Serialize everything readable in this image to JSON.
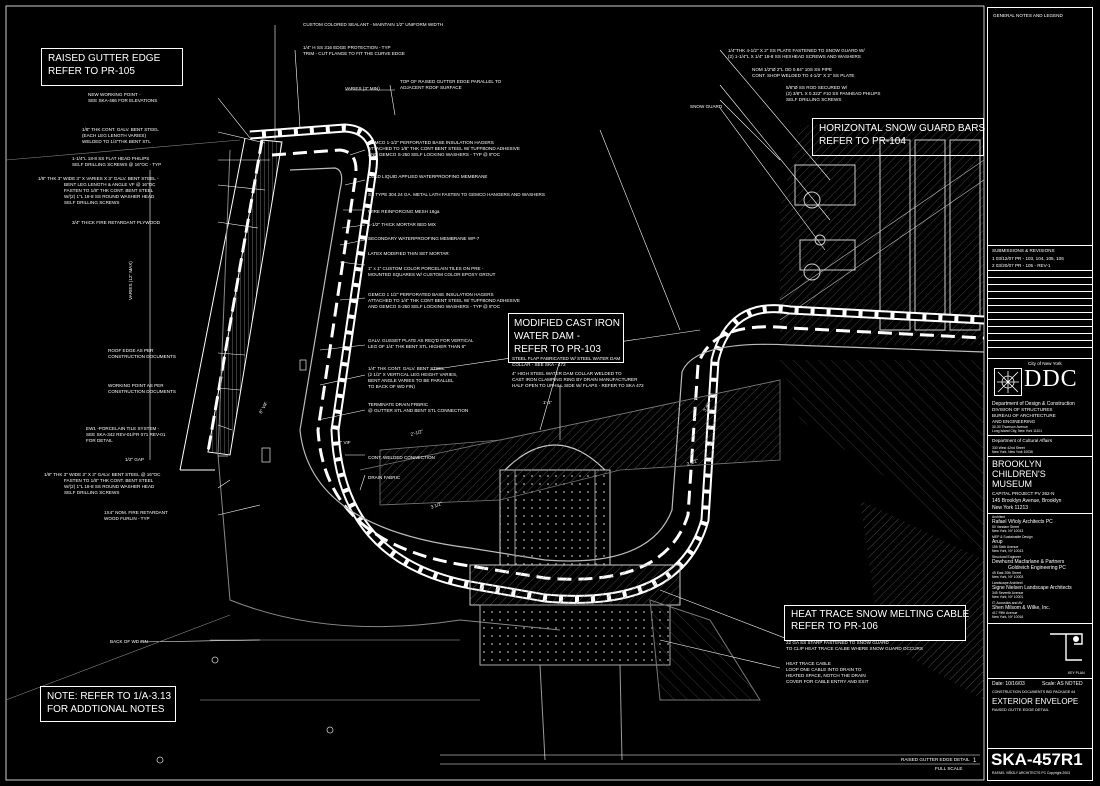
{
  "callouts": {
    "raised_gutter": {
      "line1": "RAISED GUTTER EDGE",
      "line2": "REFER TO PR-105"
    },
    "snow_guard": {
      "line1": "HORIZONTAL SNOW GUARD BARS",
      "line2": "REFER TO PR-104"
    },
    "water_dam": {
      "line1": "MODIFIED CAST IRON",
      "line2": "WATER DAM -",
      "line3": "REFER TO PR-103"
    },
    "heat_trace": {
      "line1": "HEAT TRACE SNOW MELTING CABLE",
      "line2": "REFER TO PR-106"
    },
    "note": {
      "line1": "NOTE: REFER TO 1/A-3.13",
      "line2": "FOR ADDTIONAL NOTES"
    }
  },
  "notes_top": [
    "CUSTOM COLORED SEALANT - MAINTAIN 1/2\" UNIFORM WIDTH",
    "1/4\" H SS 316 EDGE PROTECTION - TYP",
    "TRIM - CUT FLANGE TO FIT THE CURVE EDGE",
    "TOP OF RAISED GUTTER EDGE PARALLEL TO",
    "ADJACENT ROOF SURFACE",
    "VARIES (3\" MIN)"
  ],
  "notes_left": [
    "NEW WORKING POINT -",
    "SEE SKA-466 FOR ELEVATIONS",
    "1/8\" THK CONT. GALV. BENT STEEL",
    "(EACH LEG LENGTH VARIES)",
    "WELDED TO 1/4\"THK BENT STL",
    "1-1/4\"L 18-8 SS FLAT HEAD PHILIPS",
    "SELF DRILLING SCREWS @ 16\"OC - TYP",
    "1/8\" THK 3\" WIDE 3\" X VARIES X 3\" GALV. BENT STEEL -",
    "BENT LEG LENGTH & ANGLE VF @ 16\"OC",
    "FASTEN TO 1/8\" THK CONT. BENT STEEL",
    "W/(2) 1\"L 18-8 SS ROUND WASHER HEAD",
    "SELF DRILLING SCREWS",
    "3/4\" THICK FIRE RETARDANT PLYWOOD",
    "ROOF EDGE AS PER",
    "CONSTRUCTION DOCUMENTS",
    "WORKING POINT AS PER",
    "CONSTRUCTION DOCUMENTS",
    "EW1 -PORCELAIN TILE SYSTEM -",
    "SEE SKA-342 REV-01/FR 071 REV-01",
    "FOR DETAIL",
    "1/2\" GAP",
    "1/8\" THK 3\" WIDE 3\" X 3\" GALV. BENT STEEL @ 16\"OC",
    "FASTEN TO 1/8\" THK CONT. BENT STEEL",
    "W/(2) 1\"L 18-8 SS ROUND WASHER HEAD",
    "SELF DRILLING SCREWS",
    "1X4\" NOM. FIRE RETARDANT",
    "WOOD FURLIN - TYP",
    "BACK OF WD FIN",
    "VARIES (12\" MAX)"
  ],
  "notes_middle": [
    "GEMCO 1-1/2\" PERFORATED BASE INSULATION HAGERS",
    "ATTACHED TO 1/8\" THK CONT BENT STEEL W/ TUFFBOND ADHESIVE",
    "AND GEMCO S-250 SELF LOCKING WASHERS - TYP @ 8\"OC",
    "COLD LIQUID APPLIED WATERPROOFING MEMBRANE",
    "SS TYPE 304 24 GA. METAL LATH FASTEN TO GEMCO HANGERS AND WASHERS",
    "WIRE REINFORCING MESH 16ga",
    "1-1/2\" THICK MORTAR BED MIX",
    "SECONDARY WATERPROOFING MEMBRANE WP-7",
    "LATEX MODIFIED THIN SET MORTAR",
    "1\" x 1\" CUSTOM COLOR PORCELAIN TILES ON PRE -",
    "MOUNTED SQUARES W/ CUSTOM COLOR EPOXY GROUT",
    "GEMCO 1 1/2\" PERFORATED BASE INSULATION HAGERS",
    "ATTACHED TO 1/4\" THK CONT BENT STEEL W/ TUFFBOND ADHESIVE",
    "AND GEMCO S-250 SELF LOCKING WASHERS - TYP @ 8\"OC",
    "GALV. GUSSET PLATE AS REQ'D FOR VERTICAL",
    "LEG OF 1/4\" THK BENT STL HIGHER THAN 6\"",
    "1/4\" THK CONT. GALV. BENT STEEL",
    "(2 1/2\" X VERTICAL LEG HEIGHT VARIES,",
    "BENT ANGLE VARIES TO BE PARALLEL",
    "TO BACK OF WD FIN)",
    "TERMINATE DRAIN FRBRIC",
    "@ GUTTER STL AND BENT STL CONNECTION",
    "CONT. WELDED CONNECTION",
    "DRAIN FABRIC"
  ],
  "notes_right": [
    "1/4\"THK 4-1/2\" X 2\" SS PLATE FASTENED TO SNOW GUARD W/",
    "(2) 1-1/4\"L X 1/4\" 18-8 SS HEXHEAD SCREWS AND WASHERS",
    "NOM 1/2\"Ø 2\"L OD 0.84\" 10S SS PIPE",
    "CONT. SHOP WELDED TO 4-1/2\" X 2\" SS PLATE",
    "5/8\"Ø SS ROD SECURED W/",
    "(2) 3/8\"L X 0.322\" #10 SS PANHEAD PHILIPS",
    "SELF DRILLING SCREWS",
    "SNOW GUARD",
    "STEEL FLAP FABRICATED W/ STEEL WATER DAM",
    "COLLAR - SEE SKA - 472",
    "4\" HIGH STEEL WATER DAM COLLAR WELDED TO",
    "CAST IRON CLAMPING RING BY DRAIN MANUFACTURER",
    "HALF OPEN TO UPHILL SIDE W/ FLAPS - REFER TO SKA 472",
    "22 GA SS STARP FASTENED TO SNOW GUARD",
    "TO CLIP HEAT TRACE CALBE WHERE SNOW GUARD OCCURS",
    "HEAT TRACE CABLE",
    "LOOP ONE CABLE INTO DRAIN TO",
    "HEATED SPACE, NOTCH THE DRAIN",
    "COVER FOR CABLE ENTRY AND EXIT"
  ],
  "dimensions": [
    "1'-1\"",
    "3'-6\"",
    "3\" VIF",
    "2'-1/2\"",
    "3 1/2\"",
    "2 1/2\"",
    "6\" VIF"
  ],
  "title_block": {
    "general_notes": "GENERAL NOTES AND LEGEND",
    "submissions_header": "SUBMISSIONS & REVISIONS",
    "submissions": [
      "1  03/12/07  PR - 103, 104, 105, 106",
      "2  03/20/07  PR - 105 - REV-1"
    ],
    "city": "City of New York",
    "ddc_logo": "DDC",
    "agency_lines": [
      "Department of Design & Construction",
      "DIVISION OF STRUCTURES",
      "BUREAU OF ARCHITECTURE",
      "AND ENGINEERING",
      "30-30 Thomson Avenue",
      "Long Island City, New York 11101"
    ],
    "dept": "Department of Cultural Affairs",
    "dept_addr": [
      "330 West 42nd Street",
      "New York, New York 10036"
    ],
    "project_name": [
      "BROOKLYN",
      "CHILDREN'S",
      "MUSEUM"
    ],
    "project_no": "CAPITAL PROJECT PV 262-N",
    "project_addr": [
      "145 Brooklyn Avenue, Brooklyn",
      "New York 11213"
    ],
    "consultants": [
      {
        "role": "Architect",
        "name": "Rafael Viñoly Architects PC",
        "addr": [
          "50 Vandam Street",
          "New York, NY 10013"
        ]
      },
      {
        "role": "MEP & Sustainable Design",
        "name": "Arup",
        "addr": [
          "155 Sixth Avenue",
          "New York, NY 10013"
        ]
      },
      {
        "role": "Structural Engineer",
        "name": "Dewhurst Macfarlane & Partners",
        "addr": []
      },
      {
        "role": "",
        "name": "Goldreich Engineering PC",
        "addr": [
          "45 East 20th Street",
          "New York, NY 10003"
        ]
      },
      {
        "role": "Landscape Architect",
        "name": "Signe Nielsen Landscape Architects",
        "addr": [
          "345 Seventh Avenue",
          "New York, NY 10001"
        ]
      },
      {
        "role": "IT, Acoustics and AV",
        "name": "Shen Milsom & Wilke, Inc.",
        "addr": [
          "417 Fifth Avenue",
          "New York, NY 10016"
        ]
      }
    ],
    "key_plan": "KEY PLAN",
    "date": "Date: 10/16/03",
    "scale": "Scale: AS NOTED",
    "package": "CONSTRUCTION DOCUMENTS  BID PACKAGE #4",
    "sheet_title": "EXTERIOR ENVELOPE",
    "sheet_subtitle": "RAISED GUTTE EDGE DETAIL",
    "sheet_number": "SKA-457R1",
    "copyright": "RAFAEL VIÑOLY ARCHITECTS PC Copyright 2003"
  },
  "detail_label": {
    "title": "RAISED GUTTER EDGE DETAIL",
    "scale": "FULL SCALE",
    "number": "1"
  }
}
